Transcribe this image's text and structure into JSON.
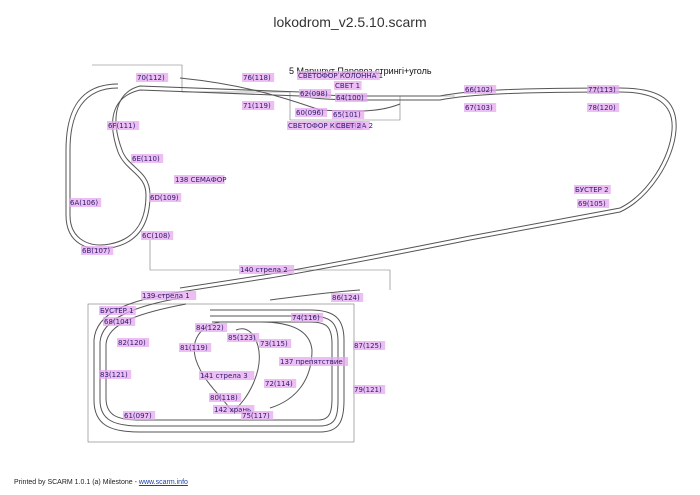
{
  "title": "lokodrom_v2.5.10.scarm",
  "route_title": "5 Маршрут Паровоз стрингі+уголь",
  "footer": {
    "prefix": "Printed by SCARM 1.0.1 (a) Milestone - ",
    "link": "www.scarm.info"
  },
  "colors": {
    "track": "#555555",
    "highlight": "#e6a8f0",
    "ink": "#2b1a6b",
    "outline": "#666666"
  },
  "labels": [
    {
      "id": "l70",
      "text": "70(112)"
    },
    {
      "id": "l76",
      "text": "76(118)"
    },
    {
      "id": "l71",
      "text": "71(119)"
    },
    {
      "id": "l6f",
      "text": "6F(111)"
    },
    {
      "id": "l6e",
      "text": "6E(110)"
    },
    {
      "id": "l138",
      "text": "138 СЕМАФОР"
    },
    {
      "id": "l6a",
      "text": "6A(106)"
    },
    {
      "id": "l6d",
      "text": "6D(109)"
    },
    {
      "id": "l6c",
      "text": "6C(108)"
    },
    {
      "id": "l6b",
      "text": "6B(107)"
    },
    {
      "id": "lsv1",
      "text": "СВЕТ 1"
    },
    {
      "id": "lsvk1",
      "text": "СВЕТОФОР КОЛОННА 1"
    },
    {
      "id": "l62",
      "text": "62(098)"
    },
    {
      "id": "l64",
      "text": "64(100)"
    },
    {
      "id": "l60",
      "text": "60(096)"
    },
    {
      "id": "lsvk2",
      "text": "СВЕТОФОР КОЛОННА 2"
    },
    {
      "id": "l65",
      "text": "65(101)"
    },
    {
      "id": "lsv2",
      "text": "СВЕТ 2"
    },
    {
      "id": "l66",
      "text": "66(102)"
    },
    {
      "id": "l67",
      "text": "67(103)"
    },
    {
      "id": "l77",
      "text": "77(113)"
    },
    {
      "id": "l78",
      "text": "78(120)"
    },
    {
      "id": "lb2",
      "text": "БУСТЕР 2"
    },
    {
      "id": "l69",
      "text": "69(105)"
    },
    {
      "id": "l140",
      "text": "140 стрела 2"
    },
    {
      "id": "lb1",
      "text": "БУСТЕР 1"
    },
    {
      "id": "l68",
      "text": "68(104)"
    },
    {
      "id": "l139",
      "text": "139 стрела 1"
    },
    {
      "id": "l82",
      "text": "82(120)"
    },
    {
      "id": "l84",
      "text": "84(122)"
    },
    {
      "id": "l81",
      "text": "81(119)"
    },
    {
      "id": "l86",
      "text": "86(124)"
    },
    {
      "id": "l74",
      "text": "74(116)"
    },
    {
      "id": "l85",
      "text": "85(123)"
    },
    {
      "id": "l73",
      "text": "73(115)"
    },
    {
      "id": "l87",
      "text": "87(125)"
    },
    {
      "id": "l137",
      "text": "137 препятствие"
    },
    {
      "id": "l83",
      "text": "83(121)"
    },
    {
      "id": "l141",
      "text": "141 стрела 3"
    },
    {
      "id": "l72",
      "text": "72(114)"
    },
    {
      "id": "l80",
      "text": "80(118)"
    },
    {
      "id": "l79",
      "text": "79(121)"
    },
    {
      "id": "l142",
      "text": "142 хрань"
    },
    {
      "id": "l61",
      "text": "61(097)"
    },
    {
      "id": "l75",
      "text": "75(117)"
    }
  ]
}
